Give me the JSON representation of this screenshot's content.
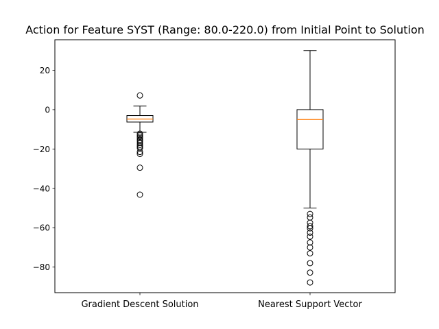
{
  "chart_data": {
    "type": "boxplot",
    "title": "Action for Feature SYST (Range: 80.0-220.0) from Initial Point to Solution",
    "xlabel": "",
    "ylabel": "",
    "categories": [
      "Gradient Descent Solution",
      "Nearest Support Vector"
    ],
    "ylim": [
      -93.0,
      35.5
    ],
    "yticks": [
      -80,
      -60,
      -40,
      -20,
      0,
      20
    ],
    "ytick_labels": [
      "−80",
      "−60",
      "−40",
      "−20",
      "0",
      "20"
    ],
    "grid": false,
    "boxes": [
      {
        "name": "Gradient Descent Solution",
        "whisker_low": -11.5,
        "q1": -6.3,
        "median": -4.8,
        "q3": -3.0,
        "whisker_high": 1.8,
        "outliers": [
          7.2,
          -12.2,
          -13.0,
          -13.8,
          -14.5,
          -15.3,
          -16.0,
          -17.0,
          -18.0,
          -18.8,
          -19.5,
          -21.5,
          -22.5,
          -29.5,
          -43.2
        ]
      },
      {
        "name": "Nearest Support Vector",
        "whisker_low": -50.0,
        "q1": -20.0,
        "median": -5.0,
        "q3": 0.0,
        "whisker_high": 30.0,
        "outliers": [
          -53.0,
          -54.8,
          -57.5,
          -59.2,
          -60.3,
          -62.5,
          -64.5,
          -67.5,
          -70.0,
          -73.0,
          -78.0,
          -82.8,
          -87.8
        ]
      }
    ],
    "colors": {
      "box": "#000000",
      "median": "#ff7f0e",
      "outlier": "#000000"
    }
  }
}
